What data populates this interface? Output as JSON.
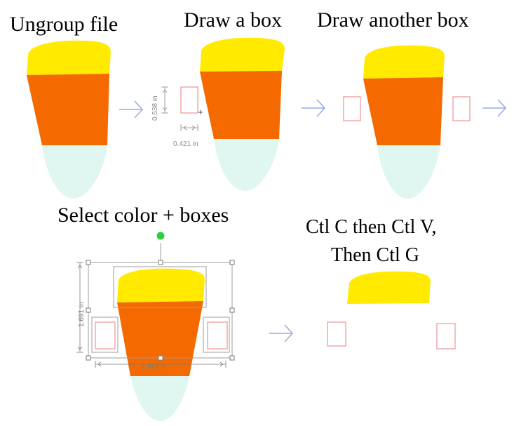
{
  "steps": [
    {
      "caption": "Ungroup file"
    },
    {
      "caption": "Draw a box",
      "width_measure": "0.421 in",
      "height_measure": "0.538 in"
    },
    {
      "caption": "Draw another box"
    },
    {
      "caption": "Select color + boxes",
      "width_measure": "2.861 in",
      "height_measure": "1.691 in"
    },
    {
      "caption_line1": "Ctl C then Ctl V,",
      "caption_line2": "Then Ctl G"
    }
  ],
  "colors": {
    "yellow": "#FFEA00",
    "orange": "#F46A00",
    "mint": "#DFF7F0",
    "box_outline": "#F29A9A",
    "arrow": "#9AA6E8",
    "handle_green": "#2ECC40",
    "selection_gray": "#9C9C9C"
  },
  "icons": [
    "right-arrow-icon",
    "rotate-handle-icon"
  ]
}
